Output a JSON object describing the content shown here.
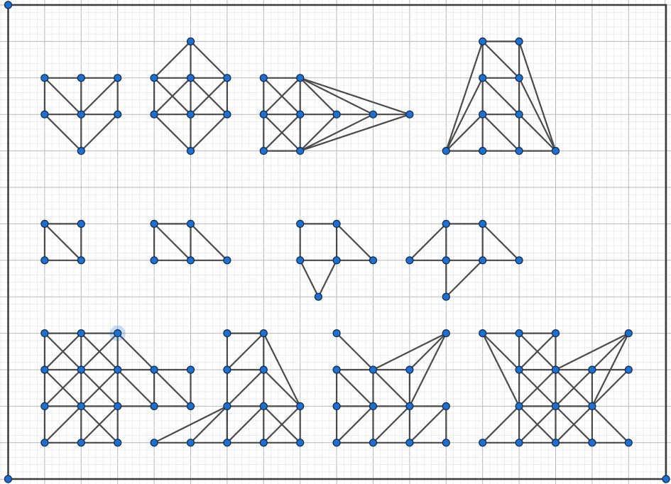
{
  "editor": {
    "grid": {
      "major_color": "#b8b8b8",
      "minor_color": "#e6e6e6",
      "background": "#ffffff"
    },
    "colors": {
      "vertex": "#1f6fcf",
      "vertex_outline": "#0e2a4e",
      "edge": "#4a4a4a",
      "border": "#3c3c3c"
    },
    "selected_vertex": "g9_v2",
    "graphs": [
      {
        "id": "g1",
        "vertices": [
          [
            1,
            2
          ],
          [
            2,
            2
          ],
          [
            3,
            2
          ],
          [
            1,
            3
          ],
          [
            2,
            3
          ],
          [
            3,
            3
          ],
          [
            2,
            4
          ]
        ],
        "edges": [
          [
            0,
            1
          ],
          [
            1,
            2
          ],
          [
            0,
            3
          ],
          [
            1,
            4
          ],
          [
            2,
            5
          ],
          [
            3,
            4
          ],
          [
            4,
            5
          ],
          [
            0,
            4
          ],
          [
            4,
            2
          ],
          [
            3,
            6
          ],
          [
            4,
            6
          ],
          [
            5,
            6
          ]
        ]
      },
      {
        "id": "g2",
        "vertices": [
          [
            5,
            1
          ],
          [
            4,
            2
          ],
          [
            5,
            2
          ],
          [
            6,
            2
          ],
          [
            4,
            3
          ],
          [
            5,
            3
          ],
          [
            6,
            3
          ],
          [
            5,
            4
          ]
        ],
        "edges": [
          [
            0,
            1
          ],
          [
            0,
            2
          ],
          [
            0,
            3
          ],
          [
            1,
            2
          ],
          [
            2,
            3
          ],
          [
            1,
            4
          ],
          [
            2,
            5
          ],
          [
            3,
            6
          ],
          [
            4,
            5
          ],
          [
            5,
            6
          ],
          [
            1,
            5
          ],
          [
            2,
            4
          ],
          [
            2,
            6
          ],
          [
            3,
            5
          ],
          [
            4,
            7
          ],
          [
            5,
            7
          ],
          [
            6,
            7
          ]
        ]
      },
      {
        "id": "g3",
        "vertices": [
          [
            7,
            2
          ],
          [
            8,
            2
          ],
          [
            7,
            3
          ],
          [
            8,
            3
          ],
          [
            9,
            3
          ],
          [
            10,
            3
          ],
          [
            11,
            3
          ],
          [
            7,
            4
          ],
          [
            8,
            4
          ]
        ],
        "edges": [
          [
            0,
            1
          ],
          [
            0,
            2
          ],
          [
            1,
            3
          ],
          [
            2,
            3
          ],
          [
            3,
            4
          ],
          [
            4,
            5
          ],
          [
            5,
            6
          ],
          [
            2,
            7
          ],
          [
            3,
            8
          ],
          [
            7,
            8
          ],
          [
            1,
            2
          ],
          [
            0,
            3
          ],
          [
            1,
            4
          ],
          [
            1,
            5
          ],
          [
            1,
            6
          ],
          [
            2,
            8
          ],
          [
            3,
            7
          ],
          [
            8,
            4
          ],
          [
            8,
            5
          ],
          [
            8,
            6
          ]
        ]
      },
      {
        "id": "g4",
        "vertices": [
          [
            13,
            1
          ],
          [
            14,
            1
          ],
          [
            13,
            2
          ],
          [
            14,
            2
          ],
          [
            13,
            3
          ],
          [
            14,
            3
          ],
          [
            12,
            4
          ],
          [
            13,
            4
          ],
          [
            14,
            4
          ],
          [
            15,
            4
          ]
        ],
        "edges": [
          [
            0,
            1
          ],
          [
            0,
            2
          ],
          [
            1,
            3
          ],
          [
            2,
            3
          ],
          [
            2,
            4
          ],
          [
            3,
            5
          ],
          [
            4,
            5
          ],
          [
            4,
            7
          ],
          [
            5,
            8
          ],
          [
            6,
            7
          ],
          [
            7,
            8
          ],
          [
            8,
            9
          ],
          [
            0,
            3
          ],
          [
            2,
            5
          ],
          [
            4,
            8
          ],
          [
            0,
            6
          ],
          [
            2,
            6
          ],
          [
            4,
            6
          ],
          [
            1,
            9
          ],
          [
            3,
            9
          ],
          [
            5,
            9
          ]
        ]
      },
      {
        "id": "g5",
        "vertices": [
          [
            1,
            6
          ],
          [
            2,
            6
          ],
          [
            1,
            7
          ],
          [
            2,
            7
          ]
        ],
        "edges": [
          [
            0,
            1
          ],
          [
            0,
            2
          ],
          [
            1,
            3
          ],
          [
            2,
            3
          ],
          [
            0,
            3
          ]
        ]
      },
      {
        "id": "g6",
        "vertices": [
          [
            4,
            6
          ],
          [
            5,
            6
          ],
          [
            4,
            7
          ],
          [
            5,
            7
          ],
          [
            6,
            7
          ]
        ],
        "edges": [
          [
            0,
            1
          ],
          [
            0,
            2
          ],
          [
            1,
            3
          ],
          [
            2,
            3
          ],
          [
            0,
            3
          ],
          [
            3,
            4
          ],
          [
            1,
            4
          ]
        ]
      },
      {
        "id": "g7",
        "vertices": [
          [
            8,
            6
          ],
          [
            9,
            6
          ],
          [
            8,
            7
          ],
          [
            9,
            7
          ],
          [
            10,
            7
          ],
          [
            8.5,
            8
          ]
        ],
        "edges": [
          [
            0,
            1
          ],
          [
            0,
            2
          ],
          [
            1,
            3
          ],
          [
            2,
            3
          ],
          [
            3,
            4
          ],
          [
            1,
            4
          ],
          [
            2,
            5
          ],
          [
            3,
            5
          ]
        ]
      },
      {
        "id": "g8",
        "vertices": [
          [
            12,
            6
          ],
          [
            13,
            6
          ],
          [
            11,
            7
          ],
          [
            12,
            7
          ],
          [
            13,
            7
          ],
          [
            14,
            7
          ],
          [
            12,
            8
          ]
        ],
        "edges": [
          [
            0,
            1
          ],
          [
            0,
            3
          ],
          [
            1,
            4
          ],
          [
            2,
            3
          ],
          [
            3,
            4
          ],
          [
            4,
            5
          ],
          [
            3,
            6
          ],
          [
            0,
            2
          ],
          [
            1,
            5
          ],
          [
            4,
            6
          ]
        ]
      },
      {
        "id": "g9",
        "vertices": [
          [
            1,
            9
          ],
          [
            2,
            9
          ],
          [
            3,
            9
          ],
          [
            1,
            10
          ],
          [
            2,
            10
          ],
          [
            3,
            10
          ],
          [
            4,
            10
          ],
          [
            5,
            10
          ],
          [
            1,
            11
          ],
          [
            2,
            11
          ],
          [
            3,
            11
          ],
          [
            4,
            11
          ],
          [
            5,
            11
          ],
          [
            1,
            12
          ],
          [
            2,
            12
          ],
          [
            3,
            12
          ]
        ],
        "edges": [
          [
            0,
            1
          ],
          [
            1,
            2
          ],
          [
            0,
            3
          ],
          [
            1,
            4
          ],
          [
            2,
            5
          ],
          [
            3,
            4
          ],
          [
            4,
            5
          ],
          [
            5,
            6
          ],
          [
            6,
            7
          ],
          [
            3,
            8
          ],
          [
            4,
            9
          ],
          [
            5,
            10
          ],
          [
            6,
            11
          ],
          [
            7,
            12
          ],
          [
            8,
            9
          ],
          [
            9,
            10
          ],
          [
            10,
            11
          ],
          [
            11,
            12
          ],
          [
            8,
            13
          ],
          [
            9,
            14
          ],
          [
            10,
            15
          ],
          [
            13,
            14
          ],
          [
            14,
            15
          ],
          [
            0,
            4
          ],
          [
            1,
            3
          ],
          [
            1,
            5
          ],
          [
            2,
            4
          ],
          [
            2,
            6
          ],
          [
            3,
            9
          ],
          [
            4,
            8
          ],
          [
            4,
            10
          ],
          [
            5,
            9
          ],
          [
            5,
            11
          ],
          [
            6,
            12
          ],
          [
            9,
            13
          ],
          [
            9,
            15
          ],
          [
            10,
            14
          ]
        ]
      },
      {
        "id": "g10",
        "vertices": [
          [
            6,
            9
          ],
          [
            7,
            9
          ],
          [
            6,
            10
          ],
          [
            7,
            10
          ],
          [
            6,
            11
          ],
          [
            7,
            11
          ],
          [
            8,
            11
          ],
          [
            4,
            12
          ],
          [
            5,
            12
          ],
          [
            6,
            12
          ],
          [
            7,
            12
          ],
          [
            8,
            12
          ]
        ],
        "edges": [
          [
            0,
            1
          ],
          [
            0,
            2
          ],
          [
            1,
            3
          ],
          [
            2,
            3
          ],
          [
            2,
            4
          ],
          [
            3,
            5
          ],
          [
            4,
            5
          ],
          [
            5,
            6
          ],
          [
            4,
            9
          ],
          [
            5,
            10
          ],
          [
            6,
            11
          ],
          [
            7,
            8
          ],
          [
            8,
            9
          ],
          [
            9,
            10
          ],
          [
            10,
            11
          ],
          [
            1,
            2
          ],
          [
            3,
            4
          ],
          [
            1,
            6
          ],
          [
            3,
            6
          ],
          [
            7,
            4
          ],
          [
            8,
            4
          ],
          [
            4,
            9
          ],
          [
            5,
            9
          ],
          [
            5,
            11
          ],
          [
            6,
            10
          ]
        ]
      },
      {
        "id": "g11",
        "vertices": [
          [
            9,
            9
          ],
          [
            12,
            9
          ],
          [
            9,
            10
          ],
          [
            10,
            10
          ],
          [
            11,
            10
          ],
          [
            9,
            11
          ],
          [
            10,
            11
          ],
          [
            11,
            11
          ],
          [
            12,
            11
          ],
          [
            9,
            12
          ],
          [
            10,
            12
          ],
          [
            11,
            12
          ],
          [
            12,
            12
          ]
        ],
        "edges": [
          [
            0,
            3
          ],
          [
            2,
            3
          ],
          [
            3,
            4
          ],
          [
            2,
            5
          ],
          [
            3,
            6
          ],
          [
            4,
            7
          ],
          [
            5,
            6
          ],
          [
            6,
            7
          ],
          [
            7,
            8
          ],
          [
            5,
            9
          ],
          [
            6,
            10
          ],
          [
            7,
            11
          ],
          [
            8,
            12
          ],
          [
            9,
            10
          ],
          [
            10,
            11
          ],
          [
            11,
            12
          ],
          [
            1,
            3
          ],
          [
            1,
            4
          ],
          [
            1,
            7
          ],
          [
            2,
            6
          ],
          [
            3,
            7
          ],
          [
            6,
            9
          ],
          [
            7,
            10
          ],
          [
            8,
            11
          ]
        ]
      },
      {
        "id": "g12",
        "vertices": [
          [
            13,
            9
          ],
          [
            14,
            9
          ],
          [
            15,
            9
          ],
          [
            17,
            9
          ],
          [
            14,
            10
          ],
          [
            15,
            10
          ],
          [
            16,
            10
          ],
          [
            17,
            10
          ],
          [
            14,
            11
          ],
          [
            15,
            11
          ],
          [
            16,
            11
          ],
          [
            13,
            12
          ],
          [
            14,
            12
          ],
          [
            15,
            12
          ],
          [
            16,
            12
          ],
          [
            17,
            12
          ]
        ],
        "edges": [
          [
            0,
            1
          ],
          [
            1,
            2
          ],
          [
            1,
            4
          ],
          [
            2,
            5
          ],
          [
            4,
            5
          ],
          [
            5,
            6
          ],
          [
            6,
            7
          ],
          [
            4,
            8
          ],
          [
            5,
            9
          ],
          [
            6,
            10
          ],
          [
            8,
            9
          ],
          [
            9,
            10
          ],
          [
            8,
            12
          ],
          [
            9,
            13
          ],
          [
            10,
            14
          ],
          [
            11,
            12
          ],
          [
            12,
            13
          ],
          [
            13,
            14
          ],
          [
            14,
            15
          ],
          [
            0,
            8
          ],
          [
            0,
            4
          ],
          [
            1,
            5
          ],
          [
            2,
            4
          ],
          [
            3,
            5
          ],
          [
            3,
            6
          ],
          [
            3,
            10
          ],
          [
            4,
            9
          ],
          [
            5,
            8
          ],
          [
            5,
            10
          ],
          [
            6,
            9
          ],
          [
            7,
            10
          ],
          [
            8,
            11
          ],
          [
            8,
            13
          ],
          [
            9,
            12
          ],
          [
            9,
            14
          ],
          [
            10,
            13
          ],
          [
            10,
            15
          ]
        ]
      }
    ]
  }
}
